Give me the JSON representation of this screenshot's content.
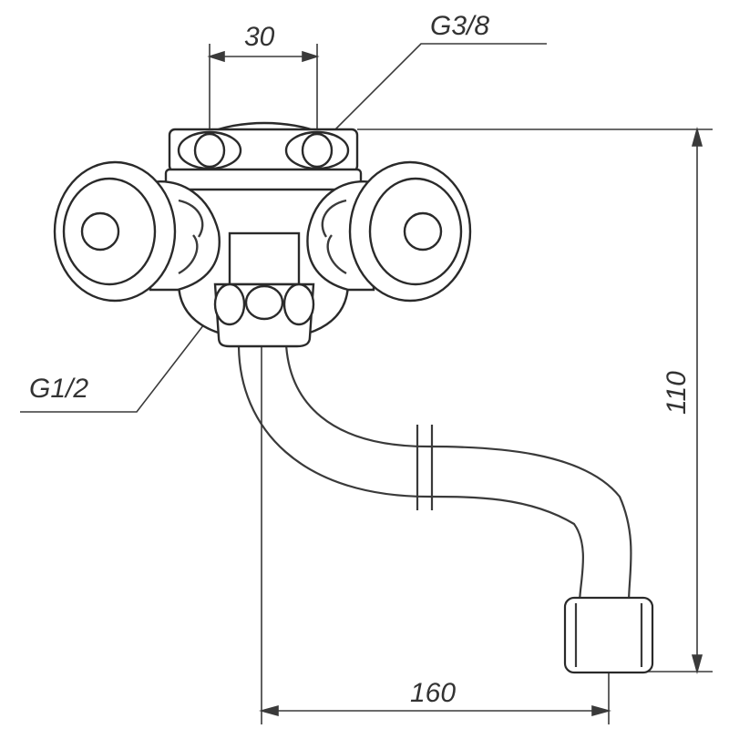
{
  "drawing": {
    "dimensions": {
      "top_width": "30",
      "thread_top": "G3/8",
      "thread_bottom": "G1/2",
      "height": "110",
      "length": "160"
    },
    "colors": {
      "line": "#3a3a3a",
      "text": "#333333",
      "background": "#ffffff"
    }
  }
}
